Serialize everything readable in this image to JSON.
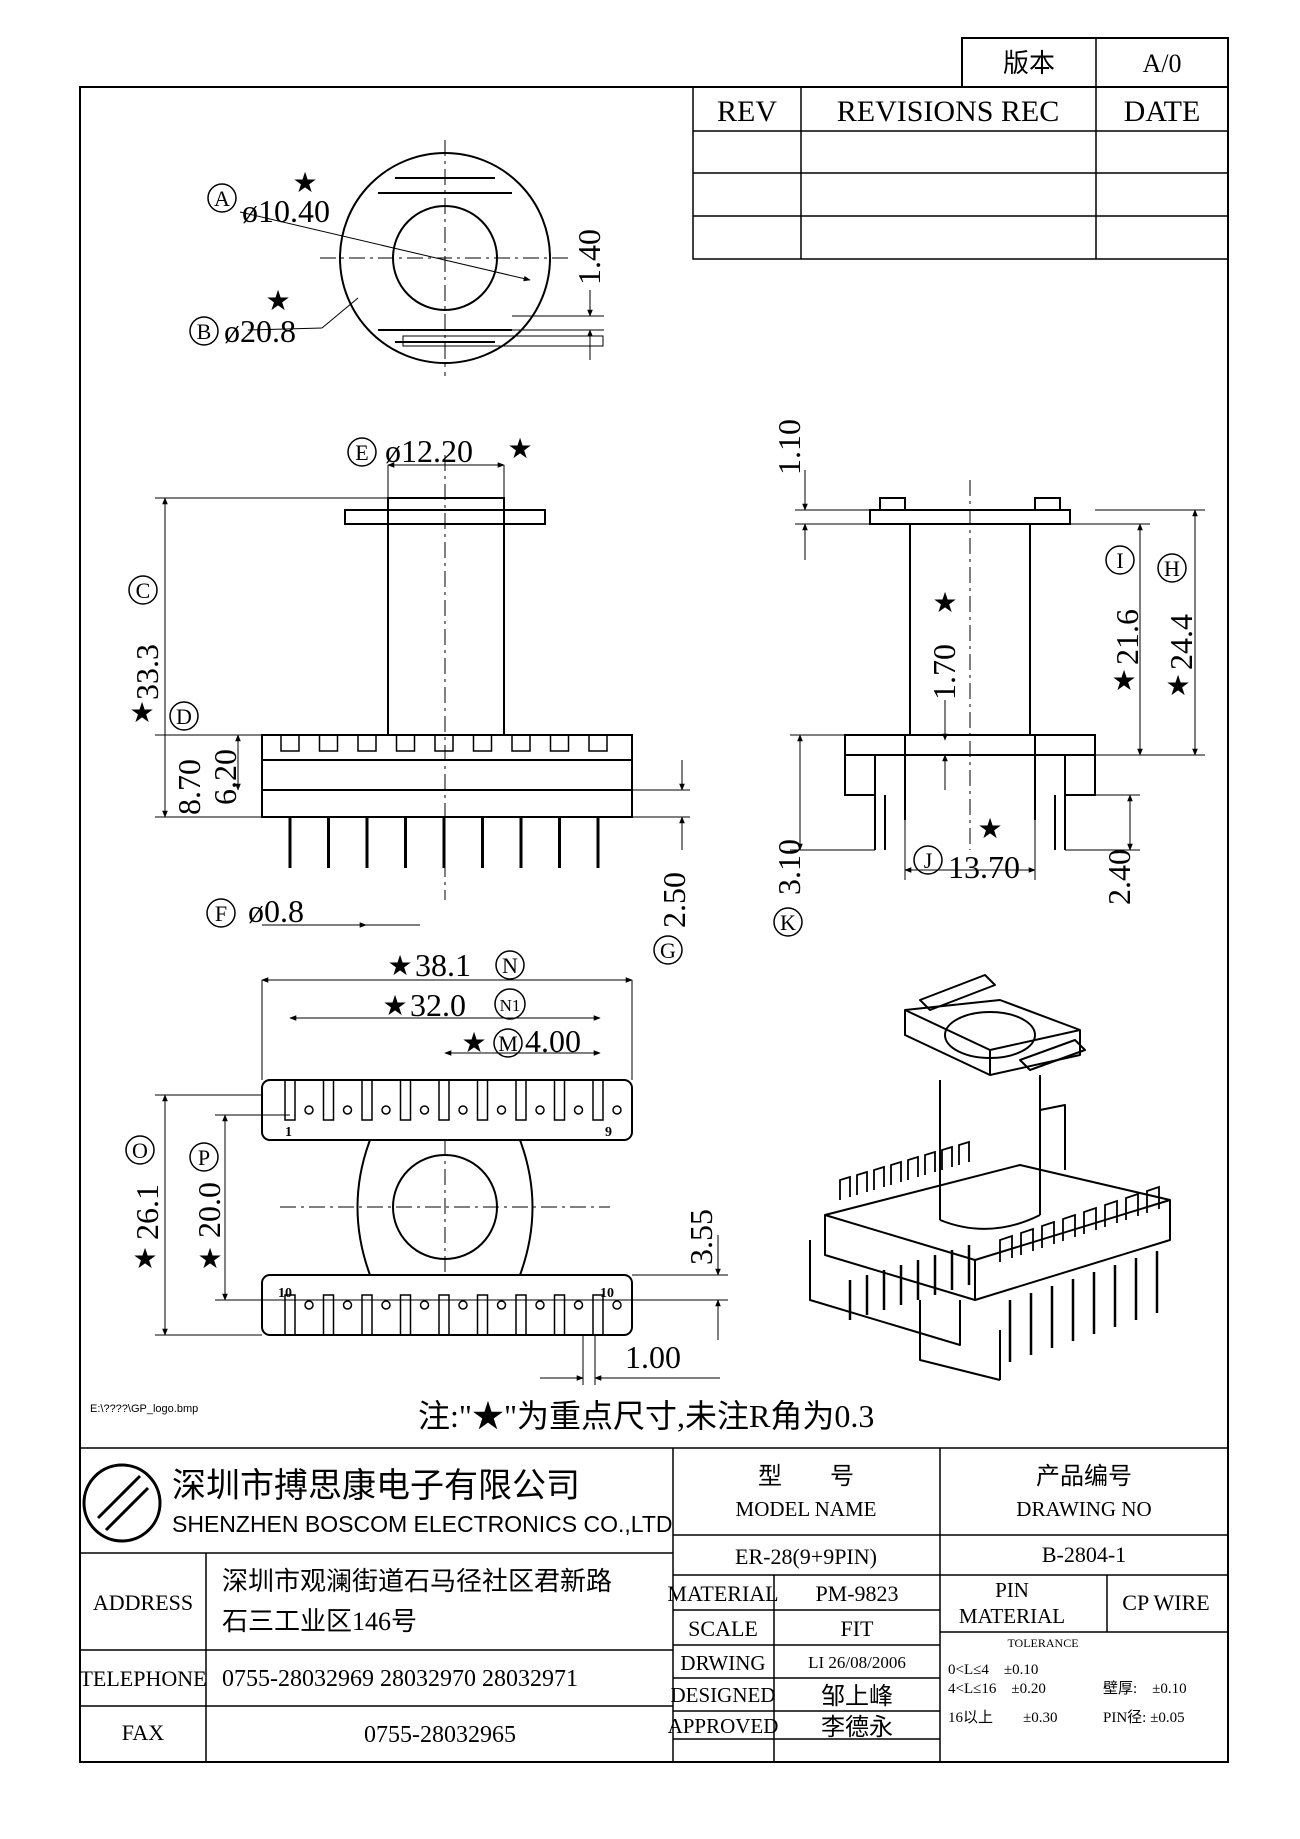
{
  "version_box": {
    "label": "版本",
    "value": "A/0"
  },
  "revisions": {
    "headers": [
      "REV",
      "REVISIONS REC",
      "DATE"
    ],
    "rows": [
      [
        "",
        "",
        ""
      ],
      [
        "",
        "",
        ""
      ],
      [
        "",
        "",
        ""
      ]
    ]
  },
  "dimensions": {
    "A": {
      "tag": "A",
      "text": "ø10.40",
      "star": true
    },
    "B": {
      "tag": "B",
      "text": "ø20.8",
      "star": true
    },
    "top_gap": "1.40",
    "E": {
      "tag": "E",
      "text": "ø12.20",
      "star": true
    },
    "C": {
      "tag": "C",
      "text": "33.3",
      "star": true
    },
    "D": {
      "tag": "D",
      "text": "8.70"
    },
    "base_h": "6.20",
    "F": {
      "tag": "F",
      "text": "ø0.8"
    },
    "G": {
      "tag": "G",
      "text": "2.50"
    },
    "flange": "1.10",
    "I": {
      "tag": "I",
      "text": "21.6",
      "star": true
    },
    "H": {
      "tag": "H",
      "text": "24.4",
      "star": true
    },
    "slot": "1.70",
    "J": {
      "tag": "J",
      "text": "13.70",
      "star": true
    },
    "K": {
      "tag": "K",
      "text": "3.10"
    },
    "pin_len": "2.40",
    "N": {
      "tag": "N",
      "text": "38.1",
      "star": true
    },
    "N1": {
      "tag": "N1",
      "text": "32.0",
      "star": true
    },
    "M": {
      "tag": "M",
      "text": "4.00",
      "star": true
    },
    "O": {
      "tag": "O",
      "text": "26.1",
      "star": true
    },
    "P": {
      "tag": "P",
      "text": "20.0",
      "star": true
    },
    "side_gap": "3.55",
    "pin_off": "1.00",
    "pin_1": "1",
    "pin_9": "9",
    "pin_10a": "10",
    "pin_10b": "10"
  },
  "logo_path": "E:\\????\\GP_logo.bmp",
  "note": "注:\"★\"为重点尺寸,未注R角为0.3",
  "title_block": {
    "company_cn": "深圳市搏思康电子有限公司",
    "company_en": "SHENZHEN BOSCOM ELECTRONICS CO.,LTD",
    "address_label": "ADDRESS",
    "address_line1": "深圳市观澜街道石马径社区君新路",
    "address_line2": "石三工业区146号",
    "telephone_label": "TELEPHONE",
    "telephone": "0755-28032969 28032970 28032971",
    "fax_label": "FAX",
    "fax": "0755-28032965",
    "model_label_cn": "型　　号",
    "model_label_en": "MODEL NAME",
    "model_value": "ER-28(9+9PIN)",
    "drawing_label_cn": "产品编号",
    "drawing_label_en": "DRAWING NO",
    "drawing_value": "B-2804-1",
    "material_label": "MATERIAL",
    "material_value": "PM-9823",
    "pin_material_label_1": "PIN",
    "pin_material_label_2": "MATERIAL",
    "pin_material_value": "CP WIRE",
    "scale_label": "SCALE",
    "scale_value": "FIT",
    "tolerance_label": "TOLERANCE",
    "drwing_label": "DRWING",
    "drwing_value": "LI 26/08/2006",
    "designed_label": "DESIGNED",
    "designed_value": "邹上峰",
    "approved_label": "APPROVED",
    "approved_value": "李德永",
    "tol_1": "0<L≤4　±0.10",
    "tol_2": "4<L≤16　±0.20",
    "tol_3": "16以上　　±0.30",
    "tol_wall": "壁厚:　±0.10",
    "tol_pin": "PIN径: ±0.05"
  }
}
